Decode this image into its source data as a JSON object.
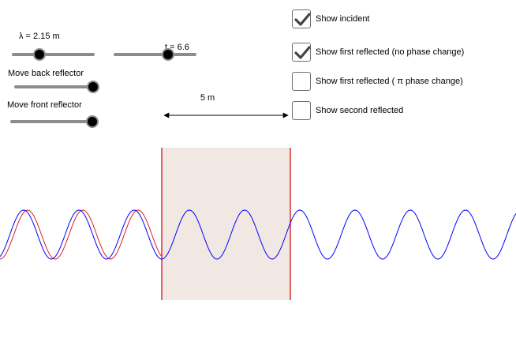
{
  "sliders": {
    "lambda": {
      "label": "λ = 2.15 m",
      "value": 0.33
    },
    "t": {
      "label": "t = 6.6",
      "value": 0.66
    },
    "back_reflector": {
      "label": "Move back reflector",
      "value": 0.93
    },
    "front_reflector": {
      "label": "Move front reflector",
      "value": 0.96
    }
  },
  "checkboxes": [
    {
      "label": "Show incident",
      "checked": true
    },
    {
      "label": "Show first reflected (no phase change)",
      "checked": true
    },
    {
      "label": "Show first reflected ( π  phase change)",
      "checked": false
    },
    {
      "label": "Show second reflected",
      "checked": false
    }
  ],
  "distance_label": "5 m",
  "colors": {
    "incident": "#0000ff",
    "reflected": "#e02020",
    "reflector_line": "#d00000",
    "region_fill": "#f2e8e3",
    "slider_track": "#8c8c8c",
    "knob": "#000000"
  }
}
